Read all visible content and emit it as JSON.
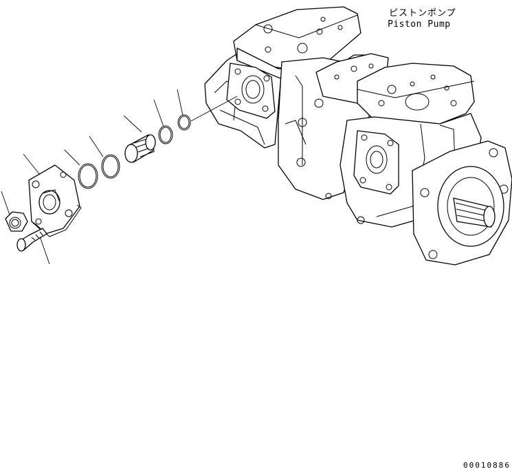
{
  "title_japanese": "ピストンポンプ",
  "title_english": "Piston Pump",
  "figure_number": "00010886"
}
